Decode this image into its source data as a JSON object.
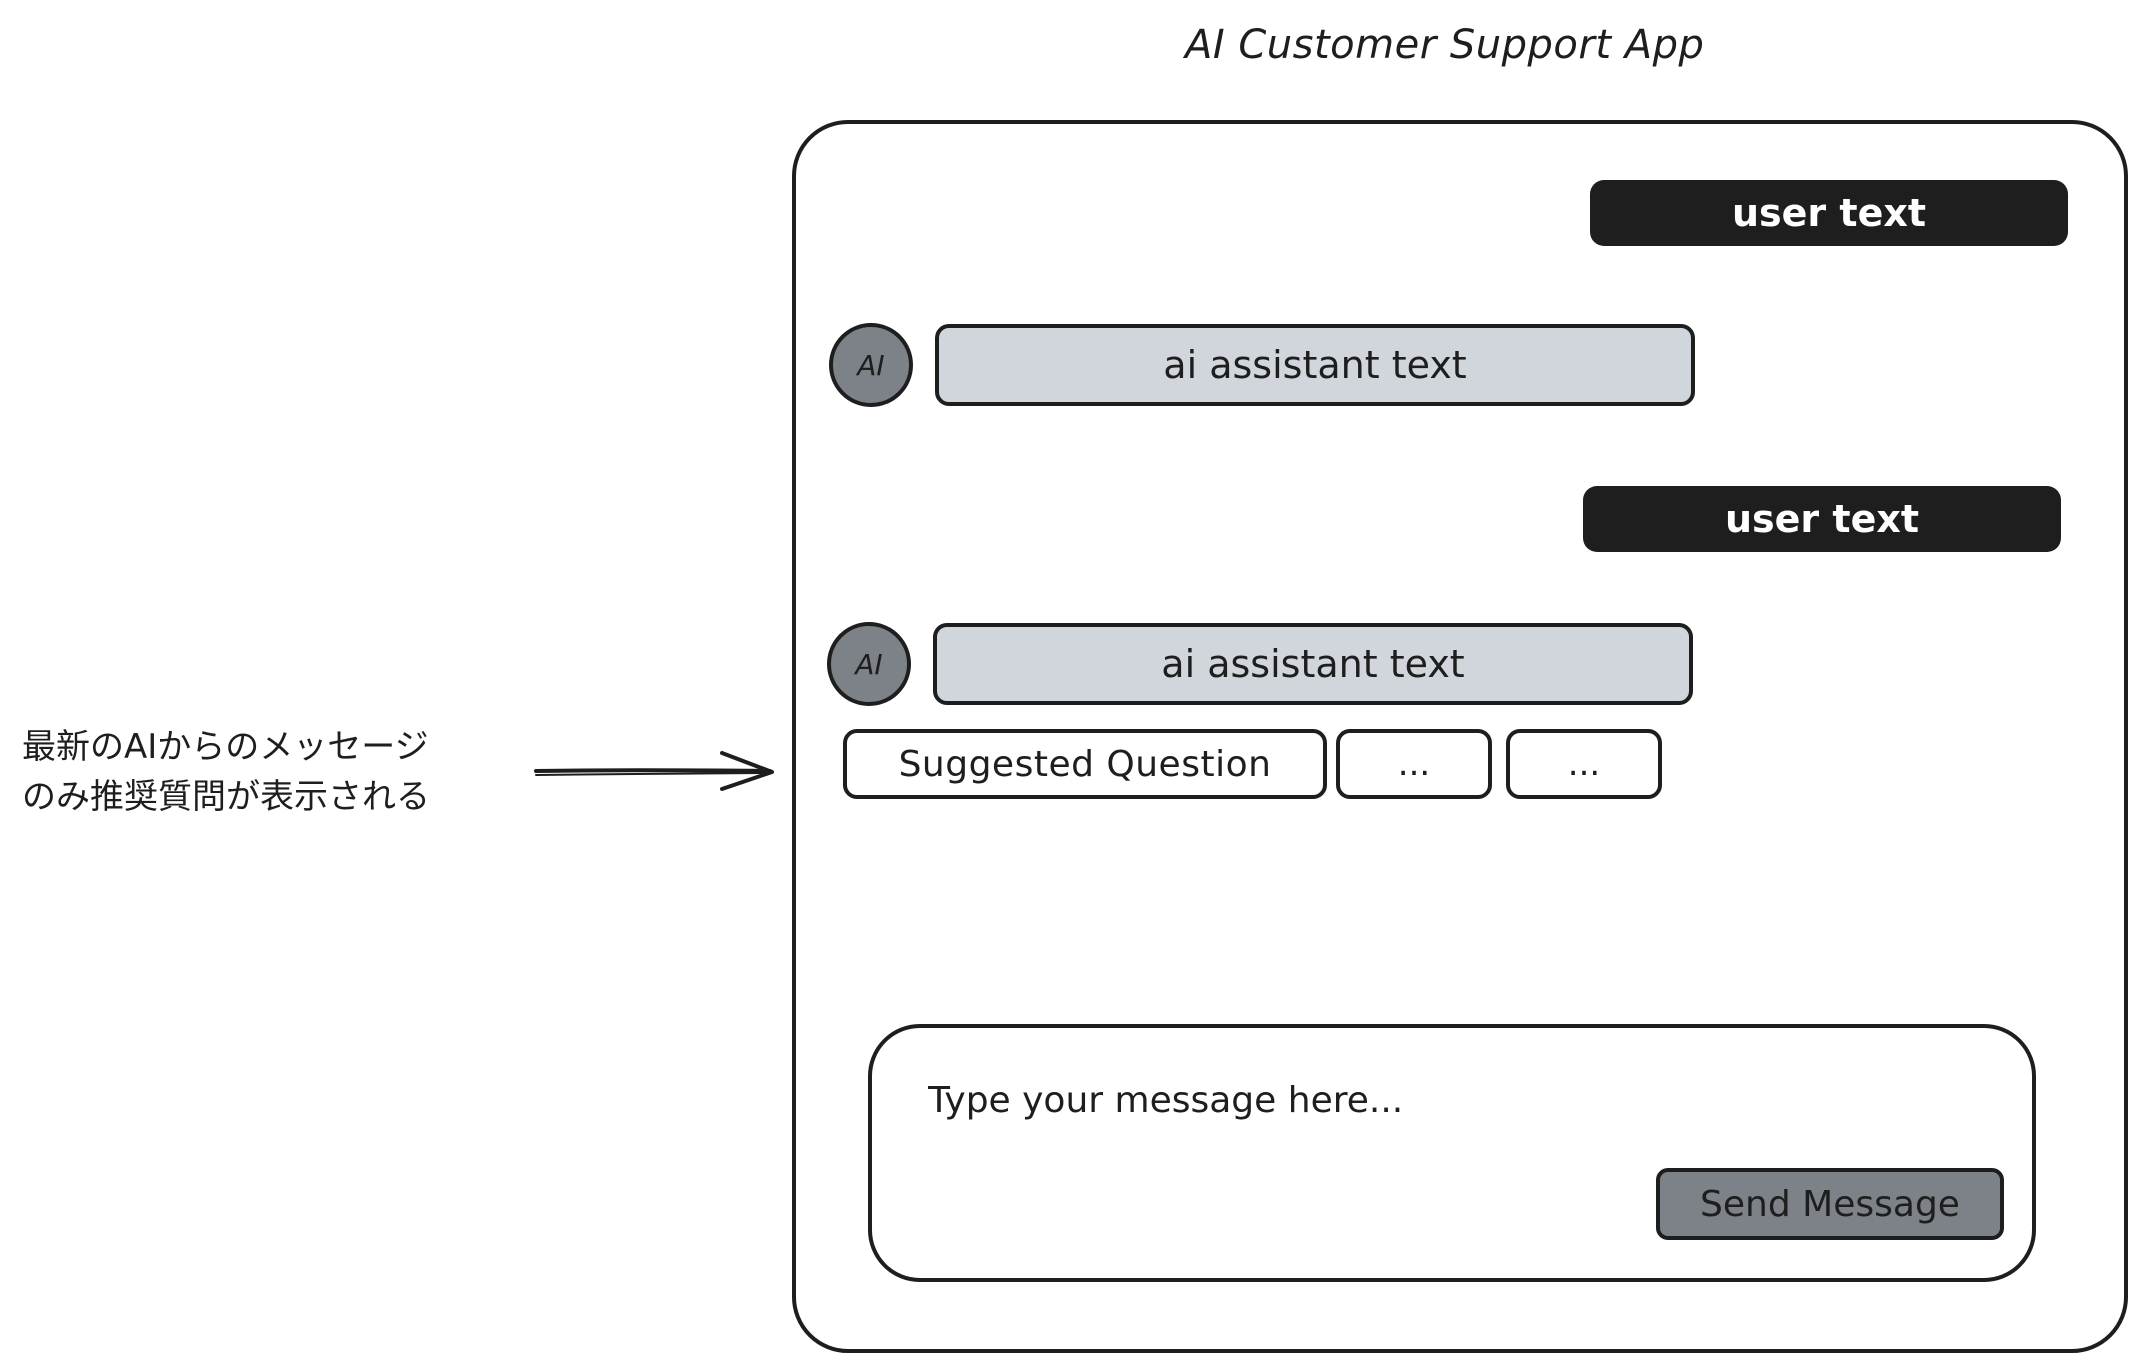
{
  "app": {
    "title": "AI Customer Support App"
  },
  "messages": [
    {
      "role": "user",
      "text": "user text"
    },
    {
      "role": "assistant",
      "avatar": "AI",
      "text": "ai assistant text"
    },
    {
      "role": "user",
      "text": "user text"
    },
    {
      "role": "assistant",
      "avatar": "AI",
      "text": "ai assistant text"
    }
  ],
  "suggestions": [
    {
      "label": "Suggested Question"
    },
    {
      "label": "..."
    },
    {
      "label": "..."
    }
  ],
  "composer": {
    "placeholder": "Type your message here...",
    "send_label": "Send Message"
  },
  "annotation": {
    "line1": "最新のAIからのメッセージ",
    "line2": "のみ推奨質問が表示される"
  },
  "colors": {
    "user_bubble": "#1e1e1e",
    "ai_bubble": "#d1d5dc",
    "avatar": "#7d8289",
    "send_button": "#7d8289",
    "stroke": "#1e1e1e"
  }
}
